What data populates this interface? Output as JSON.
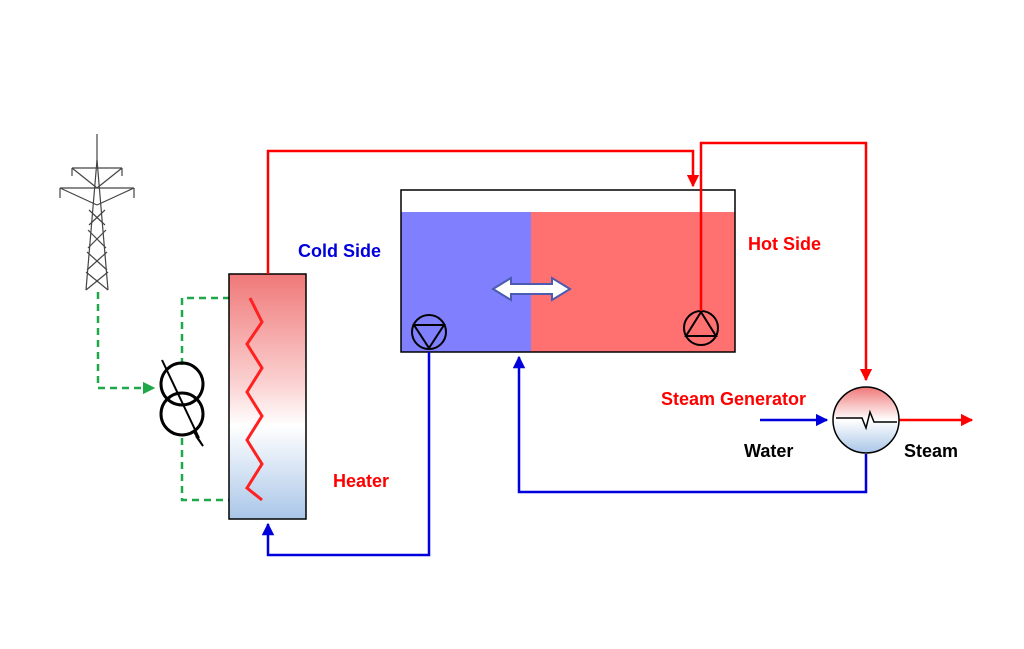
{
  "labels": {
    "cold_side": "Cold Side",
    "hot_side": "Hot Side",
    "heater": "Heater",
    "steam_generator": "Steam Generator",
    "water": "Water",
    "steam": "Steam"
  },
  "colors": {
    "hot": "#ff0000",
    "cold": "#0000dd",
    "electric": "#1fa84a",
    "cold_fill": "#8080ff",
    "hot_fill": "#ff7070",
    "outline": "#000000"
  }
}
